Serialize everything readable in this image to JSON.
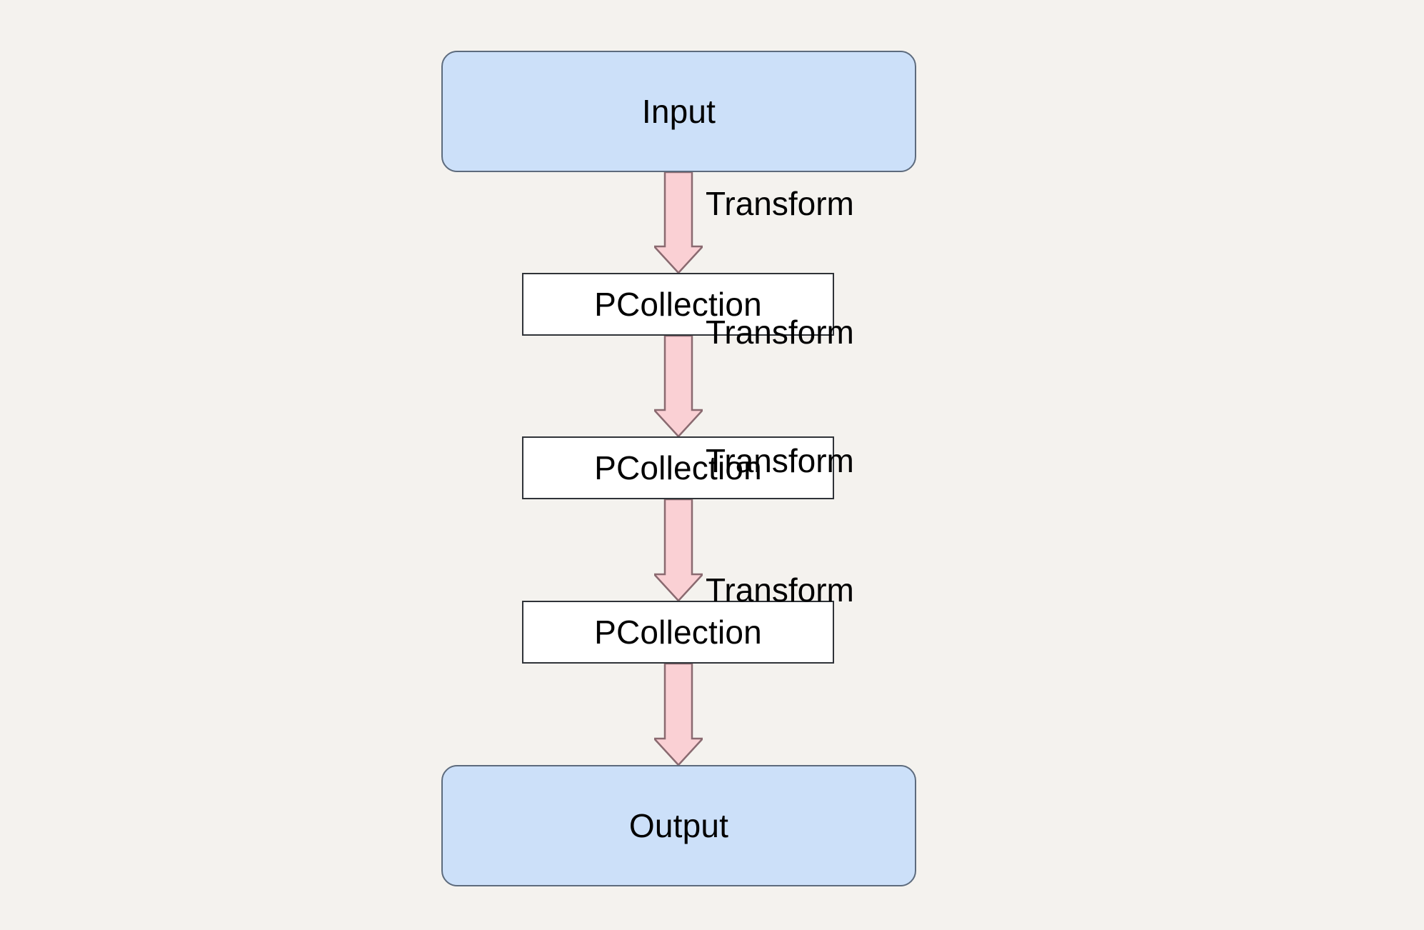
{
  "diagram": {
    "type": "flowchart",
    "orientation": "top-to-bottom",
    "background_color": "#f4f2ee",
    "nodes": [
      {
        "id": "input",
        "label": "Input",
        "shape": "rounded-rectangle",
        "fill": "#cce0f9",
        "stroke": "#5d6b7d"
      },
      {
        "id": "pcollection1",
        "label": "PCollection",
        "shape": "rectangle",
        "fill": "#ffffff",
        "stroke": "#2f3338"
      },
      {
        "id": "pcollection2",
        "label": "PCollection",
        "shape": "rectangle",
        "fill": "#ffffff",
        "stroke": "#2f3338"
      },
      {
        "id": "pcollection3",
        "label": "PCollection",
        "shape": "rectangle",
        "fill": "#ffffff",
        "stroke": "#2f3338"
      },
      {
        "id": "output",
        "label": "Output",
        "shape": "rounded-rectangle",
        "fill": "#cce0f9",
        "stroke": "#5d6b7d"
      }
    ],
    "edges": [
      {
        "id": "edge1",
        "label": "Transform",
        "from": "input",
        "to": "pcollection1",
        "fill": "#fad0d4",
        "stroke": "#8a6a70"
      },
      {
        "id": "edge2",
        "label": "Transform",
        "from": "pcollection1",
        "to": "pcollection2",
        "fill": "#fad0d4",
        "stroke": "#8a6a70"
      },
      {
        "id": "edge3",
        "label": "Transform",
        "from": "pcollection2",
        "to": "pcollection3",
        "fill": "#fad0d4",
        "stroke": "#8a6a70"
      },
      {
        "id": "edge4",
        "label": "Transform",
        "from": "pcollection3",
        "to": "output",
        "fill": "#fad0d4",
        "stroke": "#8a6a70"
      }
    ]
  }
}
